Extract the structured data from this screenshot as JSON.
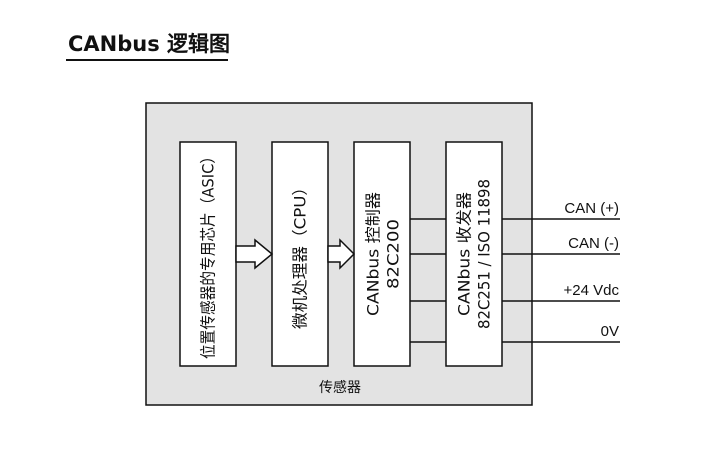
{
  "title": "CANbus 逻辑图",
  "sensor": {
    "label": "传感器",
    "color": "#e3e3e3"
  },
  "blocks": [
    {
      "id": "asic",
      "label": "位置传感器的专用芯片（ASIC）"
    },
    {
      "id": "cpu",
      "label": "微机处理器（CPU）"
    },
    {
      "id": "controller",
      "line1": "CANbus 控制器",
      "line2": "82C200"
    },
    {
      "id": "transceiver",
      "line1": "CANbus 收发器",
      "line2": "82C251 / ISO 11898"
    }
  ],
  "signals": [
    "CAN (+)",
    "CAN (-)",
    "+24 Vdc",
    "0V"
  ]
}
